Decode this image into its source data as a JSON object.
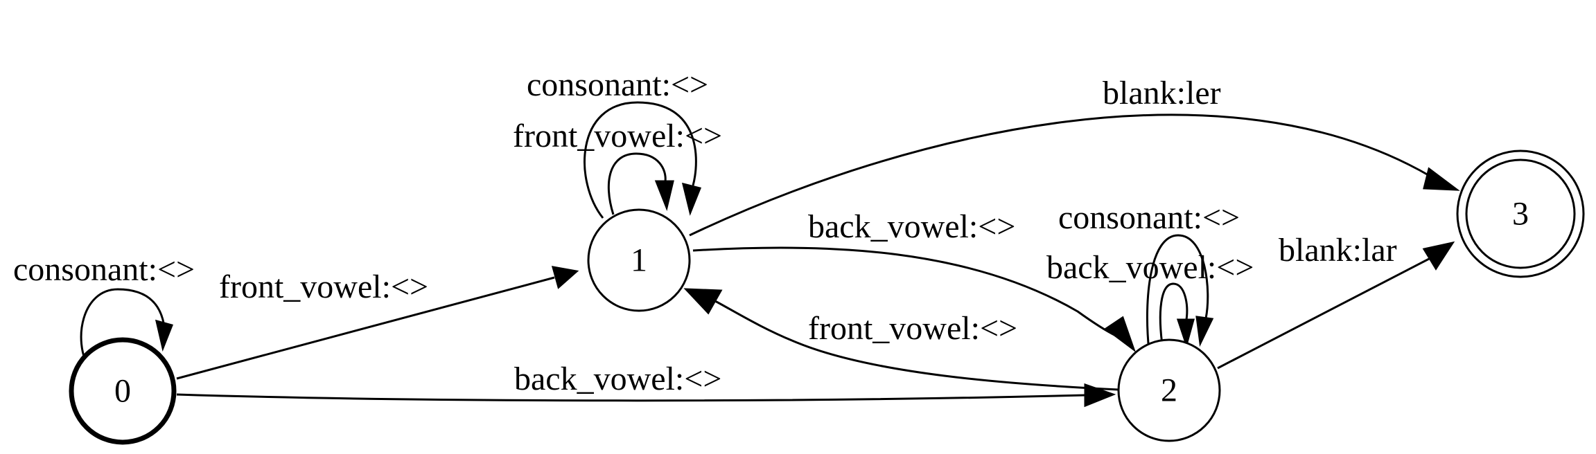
{
  "diagram": {
    "states": [
      {
        "id": "0",
        "label": "0",
        "initial": true,
        "final": false
      },
      {
        "id": "1",
        "label": "1",
        "initial": false,
        "final": false
      },
      {
        "id": "2",
        "label": "2",
        "initial": false,
        "final": false
      },
      {
        "id": "3",
        "label": "3",
        "initial": false,
        "final": true
      }
    ],
    "transitions": [
      {
        "from": "0",
        "to": "0",
        "label": "consonant:<>"
      },
      {
        "from": "0",
        "to": "1",
        "label": "front_vowel:<>"
      },
      {
        "from": "0",
        "to": "2",
        "label": "back_vowel:<>"
      },
      {
        "from": "1",
        "to": "1",
        "label": "consonant:<>"
      },
      {
        "from": "1",
        "to": "1",
        "label": "front_vowel:<>"
      },
      {
        "from": "1",
        "to": "3",
        "label": "blank:ler"
      },
      {
        "from": "1",
        "to": "2",
        "label": "back_vowel:<>"
      },
      {
        "from": "2",
        "to": "2",
        "label": "consonant:<>"
      },
      {
        "from": "2",
        "to": "2",
        "label": "back_vowel:<>"
      },
      {
        "from": "2",
        "to": "1",
        "label": "front_vowel:<>"
      },
      {
        "from": "2",
        "to": "3",
        "label": "blank:lar"
      }
    ]
  }
}
